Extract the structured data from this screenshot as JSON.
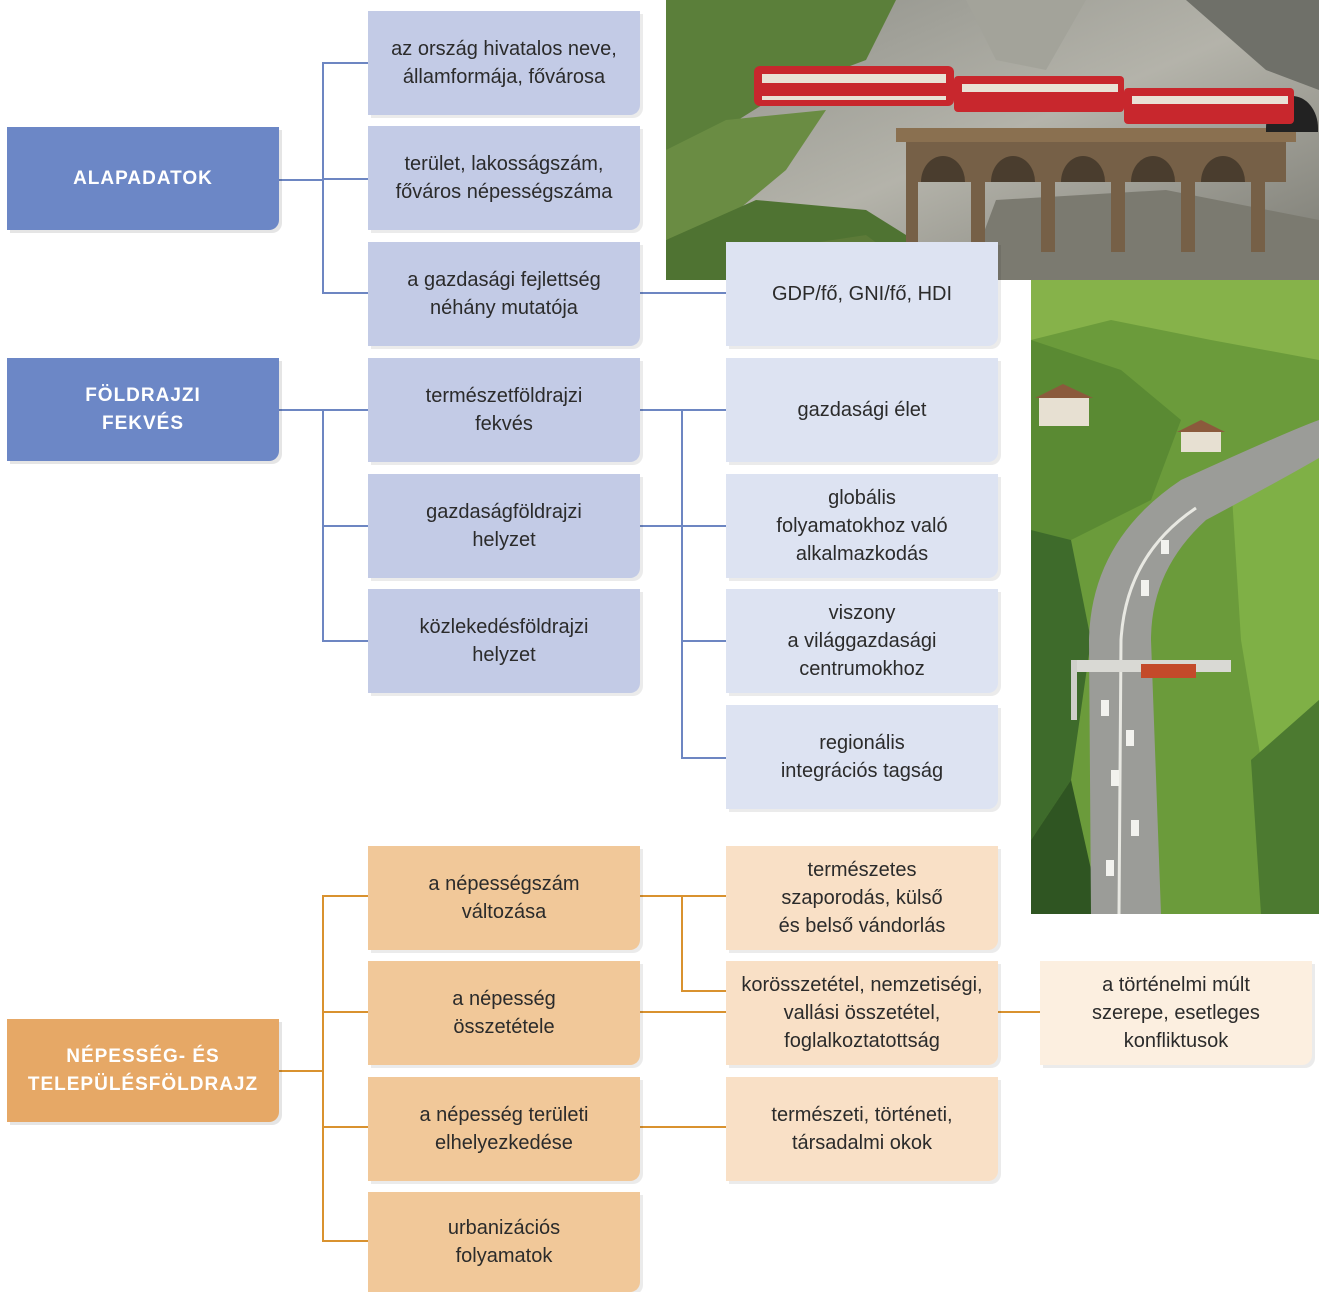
{
  "colors": {
    "blue_main": "#6c87c6",
    "blue_light": "#c3cbe6",
    "blue_lighter": "#dde3f2",
    "orange_main": "#e6a866",
    "orange_light": "#f1c899",
    "orange_lighter": "#f9e0c6",
    "orange_lightest": "#fcefe0"
  },
  "sections": {
    "alapadatok": {
      "title": "ALAPADATOK",
      "items": [
        [
          "az ország hivatalos neve,",
          "államformája, fővárosa"
        ],
        [
          "terület, lakosságszám,",
          "főváros népességszáma"
        ],
        [
          "a gazdasági fejlettség",
          "néhány mutatója"
        ]
      ],
      "sub": "GDP/fő, GNI/fő, HDI"
    },
    "foldrajzi": {
      "title": [
        "FÖLDRAJZI",
        "FEKVÉS"
      ],
      "items": [
        [
          "természetföldrajzi",
          "fekvés"
        ],
        [
          "gazdaságföldrajzi",
          "helyzet"
        ],
        [
          "közlekedésföldrajzi",
          "helyzet"
        ]
      ],
      "sub": [
        [
          "gazdasági élet"
        ],
        [
          "globális",
          "folyamatokhoz való",
          "alkalmazkodás"
        ],
        [
          "viszony",
          "a világgazdasági",
          "centrumokhoz"
        ],
        [
          "regionális",
          "integrációs tagság"
        ]
      ]
    },
    "nepesseg": {
      "title": [
        "NÉPESSÉG- ÉS",
        "TELEPÜLÉSFÖLDRAJZ"
      ],
      "items": [
        [
          "a népességszám",
          "változása"
        ],
        [
          "a népesség",
          "összetétele"
        ],
        [
          "a népesség területi",
          "elhelyezkedése"
        ],
        [
          "urbanizációs",
          "folyamatok"
        ]
      ],
      "sub": [
        [
          "természetes",
          "szaporodás, külső",
          "és belső vándorlás"
        ],
        [
          "korösszetétel, nemzetiségi,",
          "vallási összetétel,",
          "foglalkoztatottság"
        ],
        [
          "természeti, történeti,",
          "társadalmi okok"
        ]
      ],
      "sub2": [
        "a történelmi múlt",
        "szerepe,  esetleges",
        "konfliktusok"
      ]
    }
  }
}
